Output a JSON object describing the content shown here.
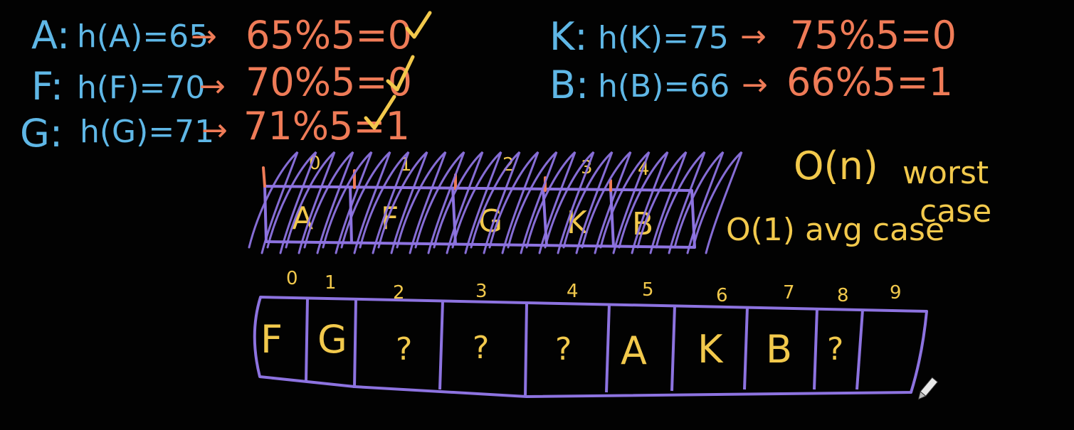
{
  "hash_lines": [
    {
      "key": "A:",
      "hash": "h(A)=65",
      "mod": "65%5=0",
      "checked": true
    },
    {
      "key": "F:",
      "hash": "h(F)=70",
      "mod": "70%5=0",
      "checked": true
    },
    {
      "key": "G:",
      "hash": "h(G)=71",
      "mod": "71%5=1",
      "checked": true
    },
    {
      "key": "K:",
      "hash": "h(K)=75",
      "mod": "75%5=0",
      "checked": false
    },
    {
      "key": "B:",
      "hash": "h(B)=66",
      "mod": "66%5=1",
      "checked": false
    }
  ],
  "arrow_glyph": "→",
  "old_table": {
    "indices": [
      "0",
      "1",
      "2",
      "3",
      "4"
    ],
    "cells": [
      "A",
      "F",
      "G",
      "K",
      "B"
    ],
    "crossed_out": true
  },
  "new_table": {
    "indices": [
      "0",
      "1",
      "2",
      "3",
      "4",
      "5",
      "6",
      "7",
      "8",
      "9"
    ],
    "cells": [
      "F",
      "G",
      "?",
      "?",
      "?",
      "A",
      "K",
      "B",
      "?",
      ""
    ]
  },
  "notes": {
    "worst_1": "O(n)",
    "worst_2": "worst",
    "worst_3": "case",
    "avg": "O(1) avg case"
  },
  "colors": {
    "keys_hash": "#5fb7e6",
    "mod_result": "#ef7b57",
    "table_text": "#f2c94c",
    "table_outline": "#8d73e0",
    "background": "#020202"
  },
  "cursor_icon": "pen-icon"
}
